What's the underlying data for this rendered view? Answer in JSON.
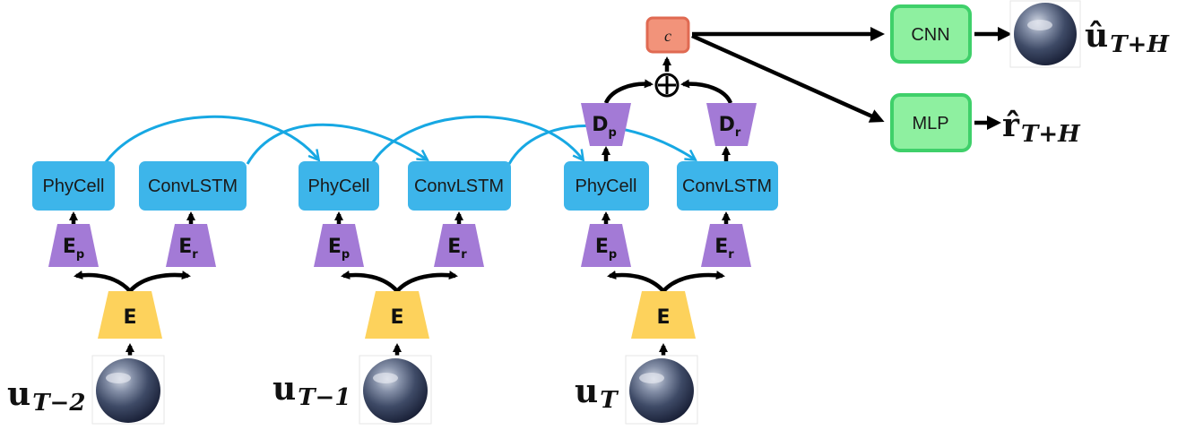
{
  "colors": {
    "cell": "#3db5ea",
    "encoder_branch": "#a37ad6",
    "encoder_main": "#fdd25c",
    "combiner_fill": "#f2937a",
    "combiner_stroke": "#e06a52",
    "head_fill": "#8ef0a0",
    "head_stroke": "#3fd06a",
    "arrow": "#000000",
    "recurrent_arrow": "#17a8e3"
  },
  "timesteps": [
    {
      "input_label": {
        "main": "u",
        "sub": "T−2"
      },
      "encoder_label": "E",
      "branch_p": {
        "main": "E",
        "sub": "p"
      },
      "branch_r": {
        "main": "E",
        "sub": "r"
      },
      "phycell_label": "PhyCell",
      "convlstm_label": "ConvLSTM",
      "input_icon": "earth-globe-icon"
    },
    {
      "input_label": {
        "main": "u",
        "sub": "T−1"
      },
      "encoder_label": "E",
      "branch_p": {
        "main": "E",
        "sub": "p"
      },
      "branch_r": {
        "main": "E",
        "sub": "r"
      },
      "phycell_label": "PhyCell",
      "convlstm_label": "ConvLSTM",
      "input_icon": "earth-globe-icon"
    },
    {
      "input_label": {
        "main": "u",
        "sub": "T"
      },
      "encoder_label": "E",
      "branch_p": {
        "main": "E",
        "sub": "p"
      },
      "branch_r": {
        "main": "E",
        "sub": "r"
      },
      "phycell_label": "PhyCell",
      "convlstm_label": "ConvLSTM",
      "input_icon": "earth-globe-icon"
    }
  ],
  "decoders": {
    "p": {
      "main": "D",
      "sub": "p"
    },
    "r": {
      "main": "D",
      "sub": "r"
    }
  },
  "sum_symbol": "⊕",
  "combiner_label": "c",
  "heads": [
    {
      "label": "CNN",
      "output": {
        "main": "û",
        "sub": "T+H"
      },
      "output_icon": "earth-globe-icon"
    },
    {
      "label": "MLP",
      "output": {
        "main": "r̂",
        "sub": "T+H"
      }
    }
  ]
}
